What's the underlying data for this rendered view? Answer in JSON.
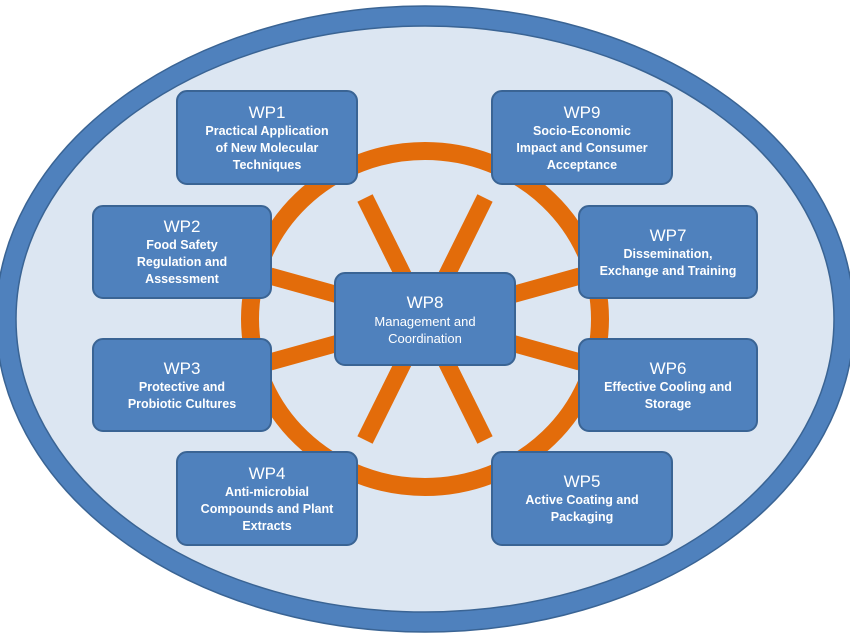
{
  "colors": {
    "outer_ring": "#4f81bd",
    "outer_ring_stroke": "#3a6494",
    "inner_fill": "#dce6f2",
    "wheel": "#e36c0a",
    "box_fill": "#4f81bd",
    "box_border": "#3a6494",
    "text": "#ffffff"
  },
  "center": {
    "code": "WP8",
    "title_lines": [
      "Management and",
      "Coordination"
    ]
  },
  "work_packages": [
    {
      "code": "WP1",
      "title_lines": [
        "Practical Application",
        "of New Molecular",
        "Techniques"
      ]
    },
    {
      "code": "WP9",
      "title_lines": [
        "Socio-Economic",
        "Impact and Consumer",
        "Acceptance"
      ]
    },
    {
      "code": "WP2",
      "title_lines": [
        "Food Safety",
        "Regulation and",
        "Assessment"
      ]
    },
    {
      "code": "WP7",
      "title_lines": [
        "Dissemination,",
        "Exchange and Training"
      ]
    },
    {
      "code": "WP3",
      "title_lines": [
        "Protective and",
        "Probiotic Cultures"
      ]
    },
    {
      "code": "WP6",
      "title_lines": [
        "Effective Cooling and",
        "Storage"
      ]
    },
    {
      "code": "WP4",
      "title_lines": [
        "Anti-microbial",
        "Compounds and Plant",
        "Extracts"
      ]
    },
    {
      "code": "WP5",
      "title_lines": [
        "Active Coating and",
        "Packaging"
      ]
    }
  ]
}
